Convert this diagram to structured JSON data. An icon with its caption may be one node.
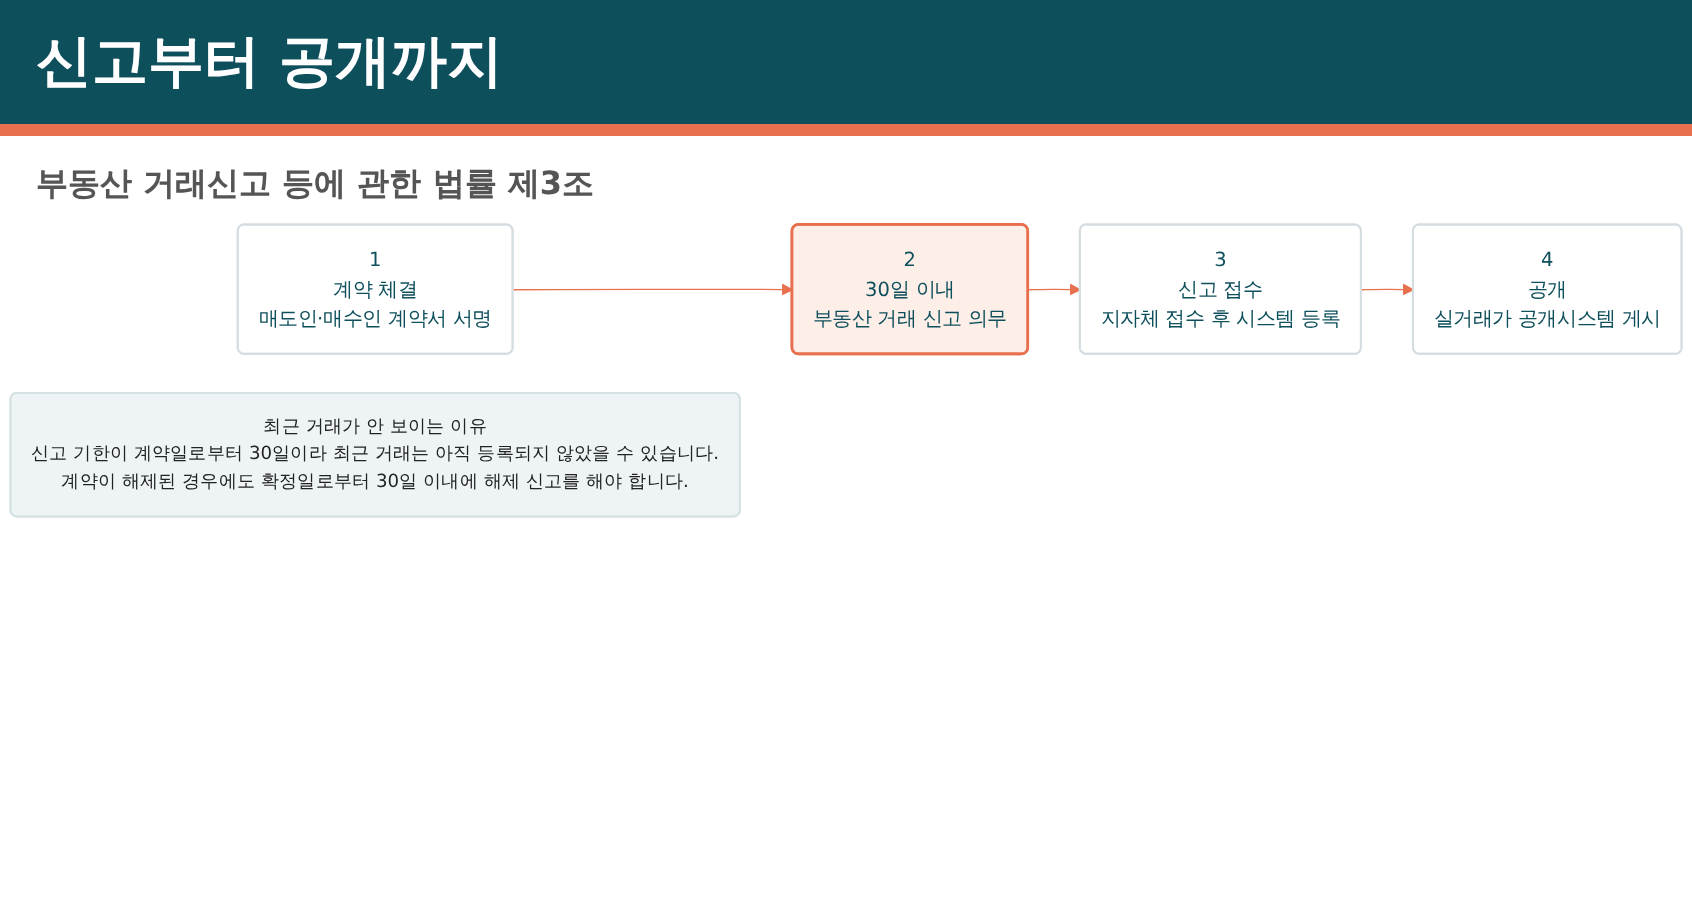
{
  "diagram": {
    "title": "신고부터 공개까지",
    "nodes": [
      {
        "text": [
          "1",
          "계약 체결",
          "매도인·매수인 계약서 서명"
        ]
      },
      {
        "text": [
          "2",
          "30일 이내",
          "부동산 거래 신고 의무"
        ]
      },
      {
        "text": [
          "3",
          "신고 접수",
          "지자체 접수 후 시스템 등록"
        ]
      },
      {
        "text": [
          "4",
          "공개",
          "실거래가 공개시스템 게시"
        ]
      },
      {
        "text": [
          "최근 거래가 안 보이는 이유",
          "신고 기한이 계약일로부터 30일이라 최근 거래는 아직 등록되지 않았을 수 있습니다.",
          "계약이 해제된 경우에도 확정일로부터 30일 이내에 해제 신고를 해야 합니다."
        ]
      }
    ],
    "edges": [
      {
        "from": 0,
        "to": 1,
        "arrow": "to"
      },
      {
        "from": 1,
        "to": 2,
        "arrow": "to"
      },
      {
        "from": 2,
        "to": 3,
        "arrow": "to"
      }
    ],
    "labels": [
      "부동산 거래신고 등에 관한 법률 제3조"
    ]
  }
}
